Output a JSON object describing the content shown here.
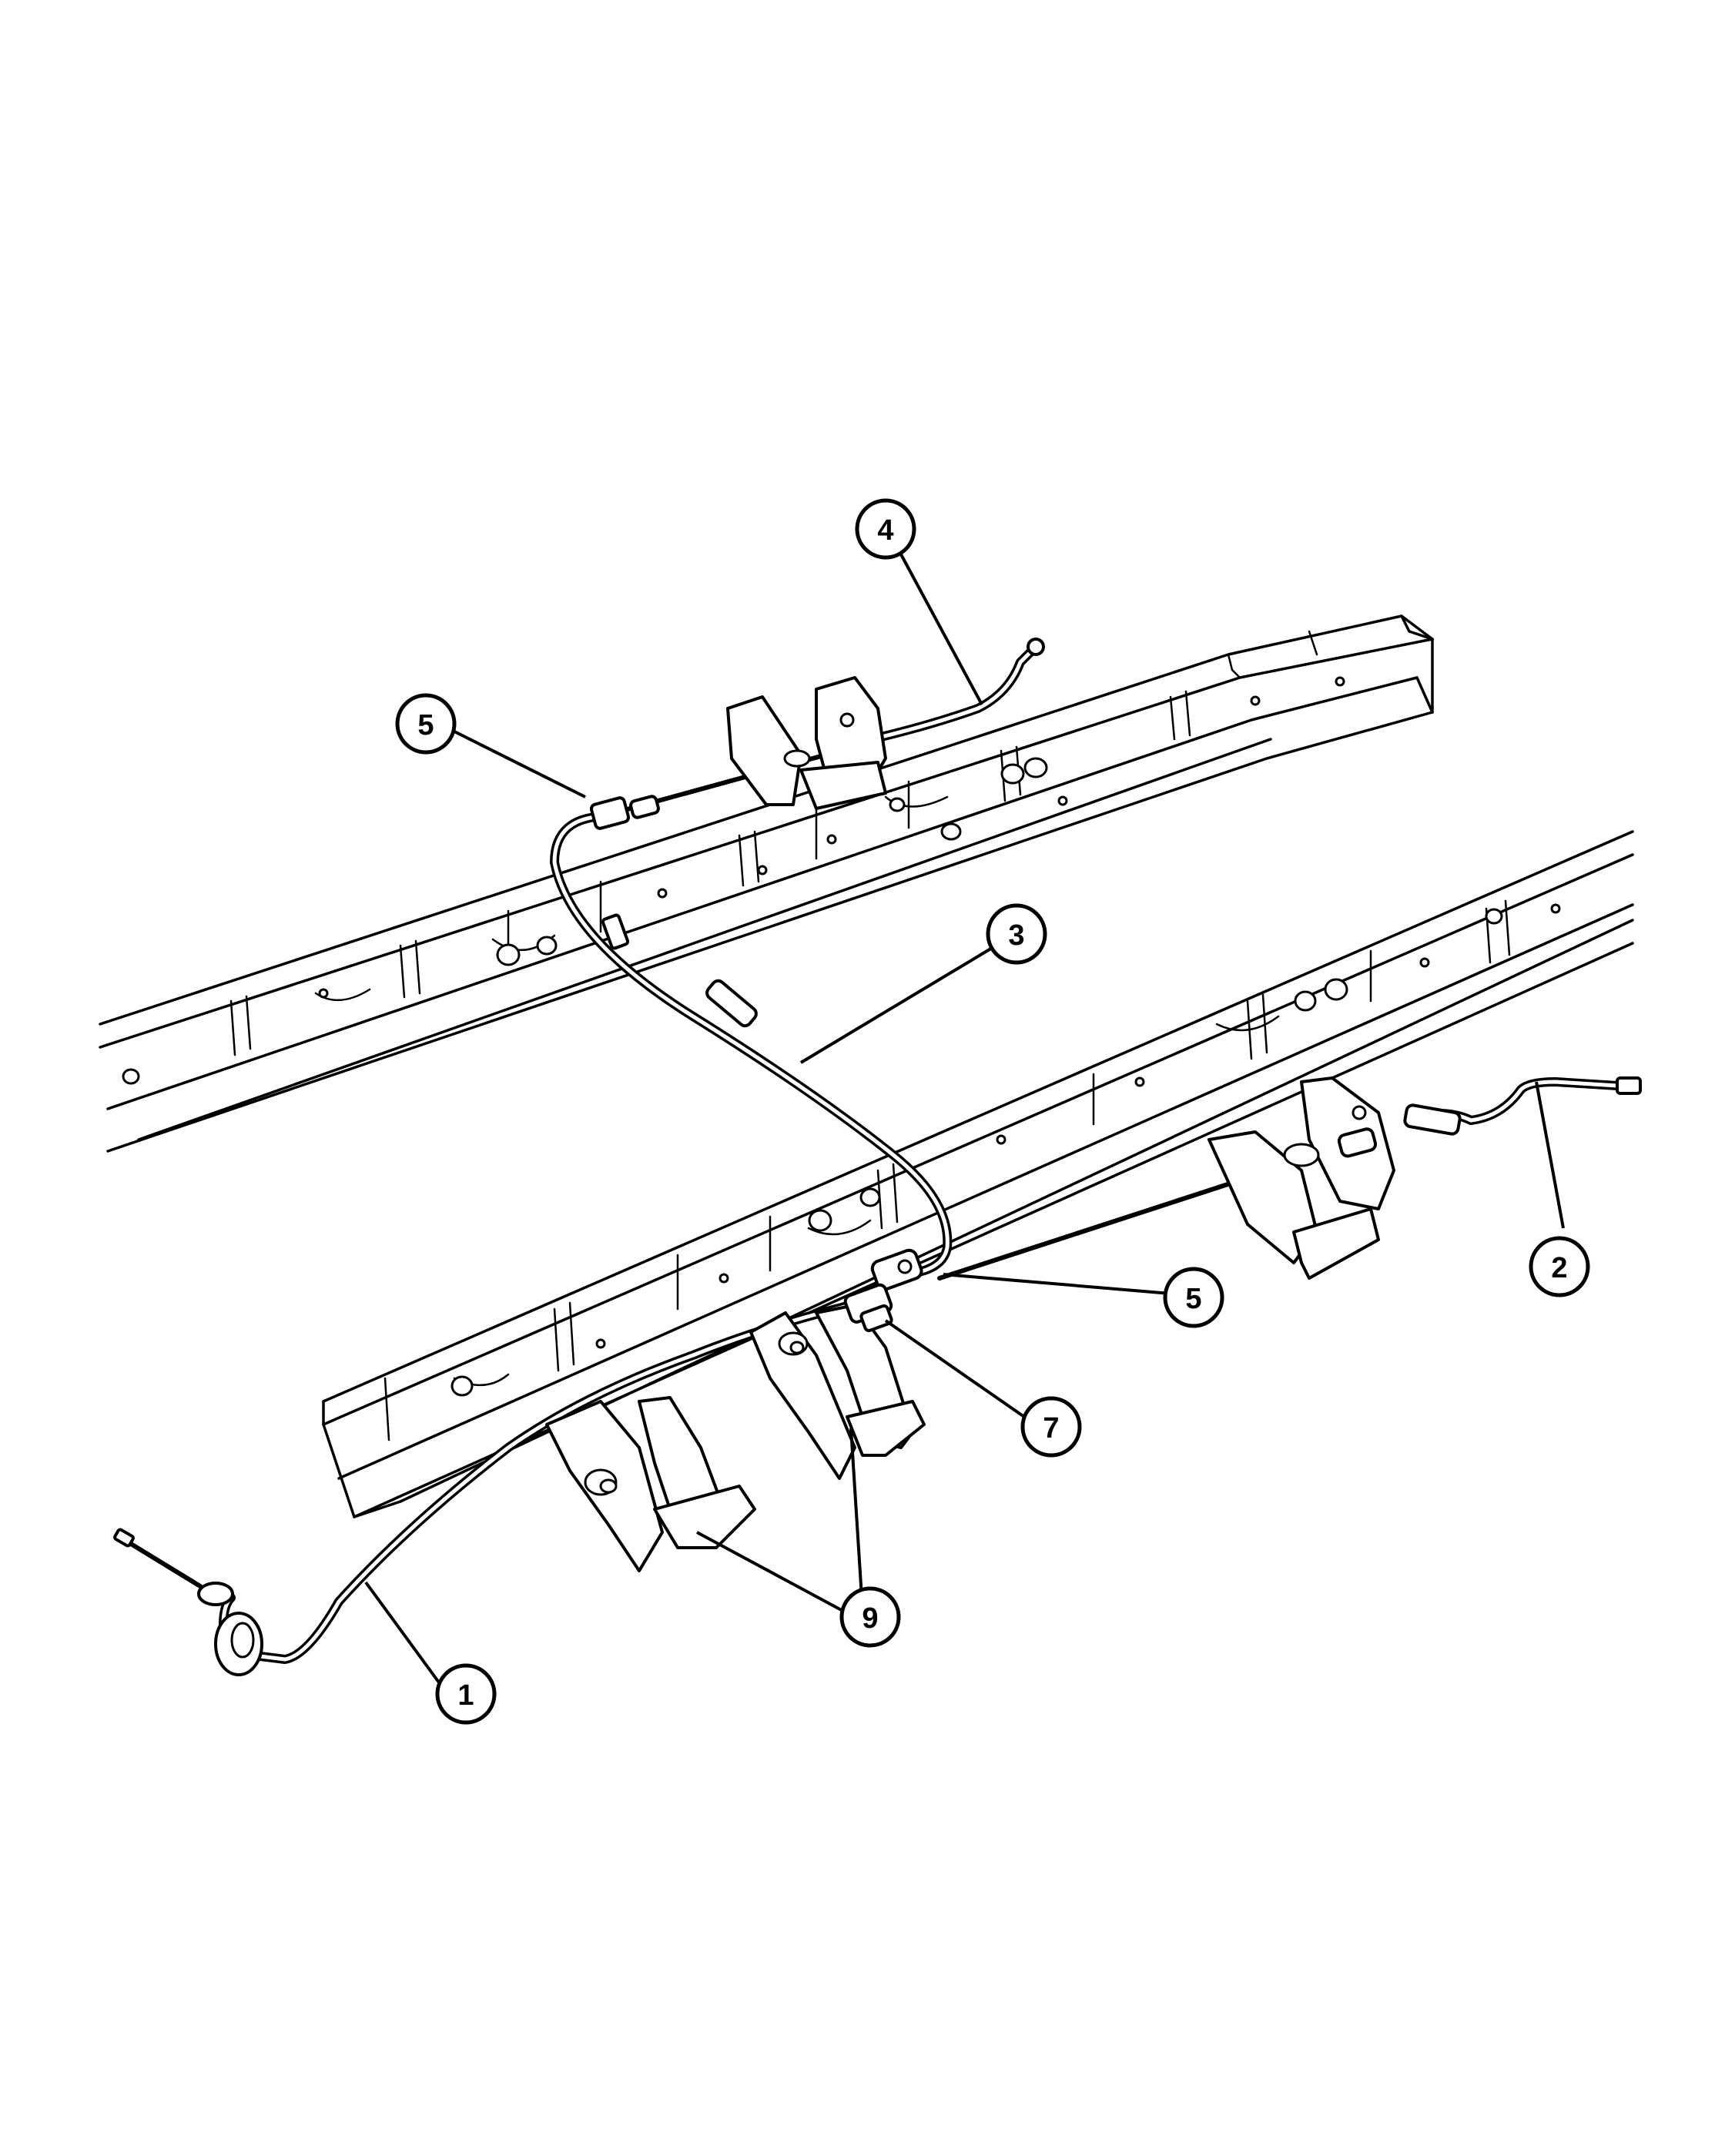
{
  "callouts": {
    "c1": "1",
    "c2": "2",
    "c3": "3",
    "c4": "4",
    "c5_upper": "5",
    "c5_lower": "5",
    "c7": "7",
    "c9": "9"
  },
  "colors": {
    "line": "#000000",
    "background": "#ffffff"
  }
}
